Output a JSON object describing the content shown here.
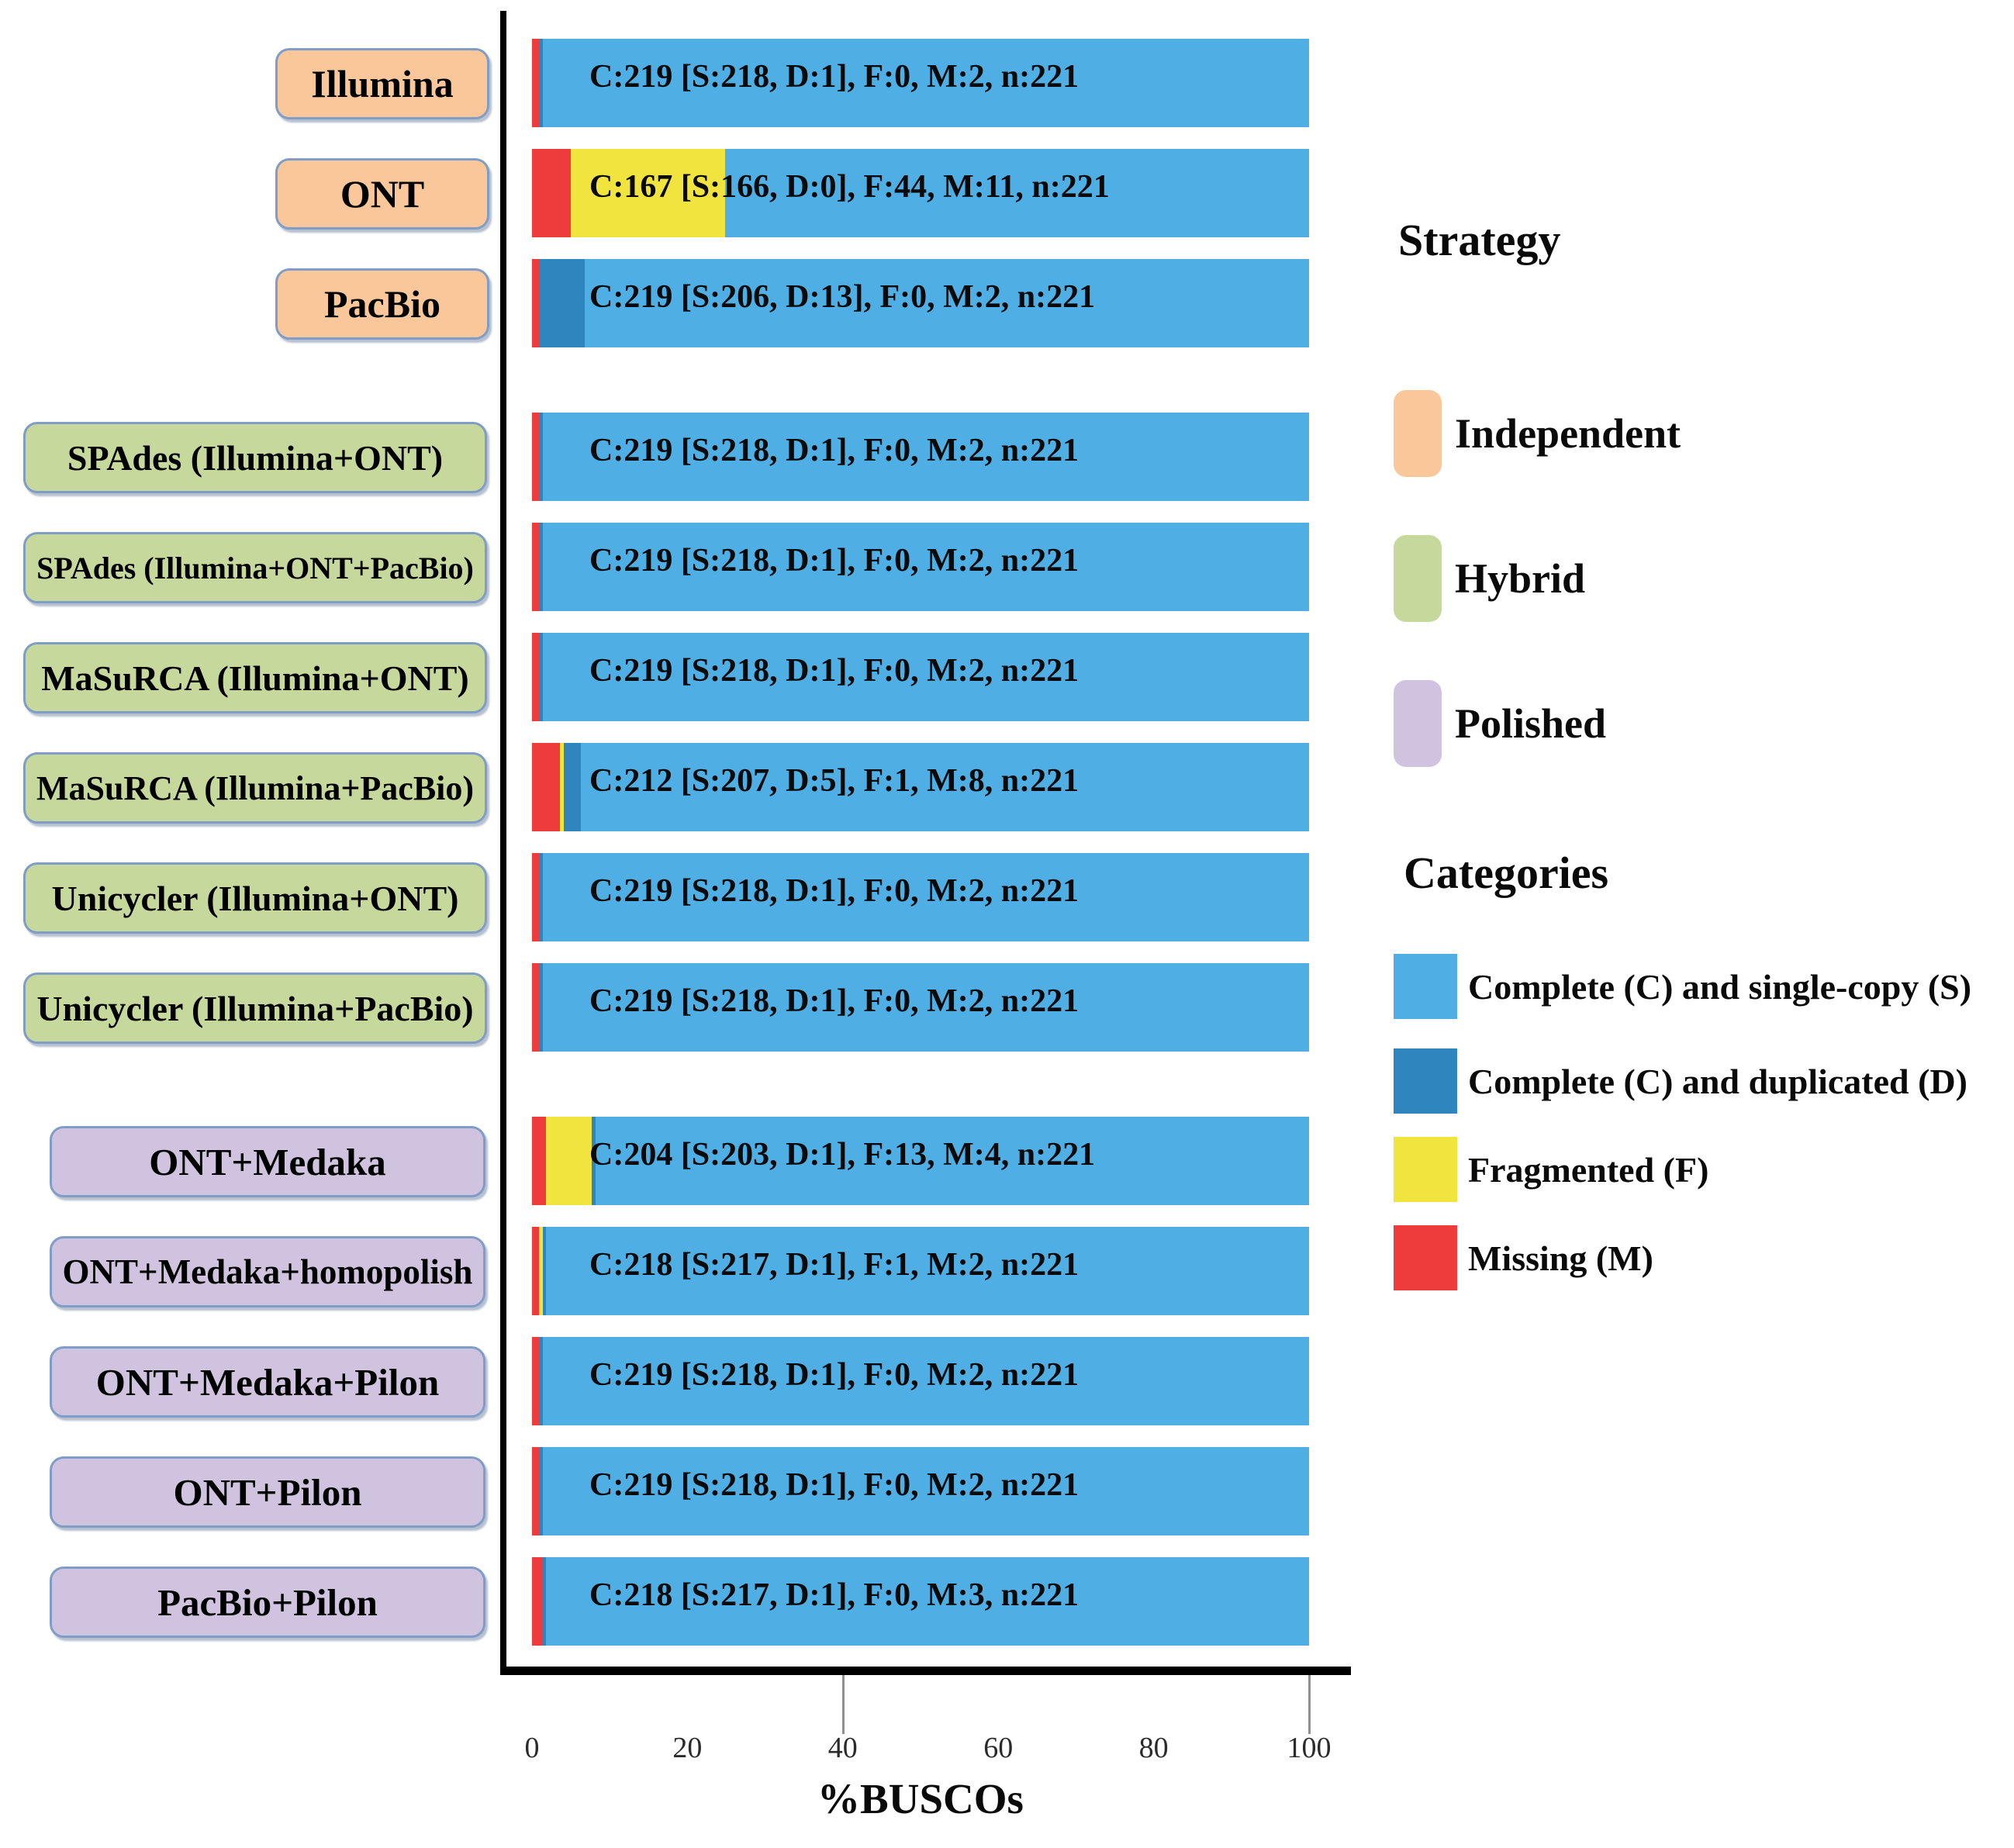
{
  "axis": {
    "label": "%BUSCOs",
    "ticks": [
      "0",
      "20",
      "40",
      "60",
      "80",
      "100"
    ],
    "tick_marks": [
      40,
      100
    ]
  },
  "colors": {
    "strategy": {
      "independent": "#F9C79A",
      "hybrid": "#C6D89B",
      "polished": "#D0C3DF"
    },
    "categories": {
      "single_copy": "#4FAEE3",
      "duplicated": "#2F86BE",
      "fragmented": "#F2E43E",
      "missing": "#EE3B3C"
    }
  },
  "rows": [
    {
      "label": "Illumina",
      "group": "independent",
      "annotation": "C:219 [S:218, D:1], F:0, M:2, n:221",
      "segments": {
        "M": 2,
        "F": 0,
        "D": 1,
        "S": 218
      }
    },
    {
      "label": "ONT",
      "group": "independent",
      "annotation": "C:167 [S:166, D:0], F:44, M:11, n:221",
      "segments": {
        "M": 11,
        "F": 44,
        "D": 0,
        "S": 166
      }
    },
    {
      "label": "PacBio",
      "group": "independent",
      "annotation": "C:219 [S:206, D:13], F:0, M:2, n:221",
      "segments": {
        "M": 2,
        "F": 0,
        "D": 13,
        "S": 206
      }
    },
    {
      "label": "SPAdes (Illumina+ONT)",
      "group": "hybrid",
      "annotation": "C:219 [S:218, D:1], F:0, M:2, n:221",
      "segments": {
        "M": 2,
        "F": 0,
        "D": 1,
        "S": 218
      }
    },
    {
      "label": "SPAdes (Illumina+ONT+PacBio)",
      "group": "hybrid",
      "annotation": "C:219 [S:218, D:1], F:0, M:2, n:221",
      "segments": {
        "M": 2,
        "F": 0,
        "D": 1,
        "S": 218
      }
    },
    {
      "label": "MaSuRCA (Illumina+ONT)",
      "group": "hybrid",
      "annotation": "C:219 [S:218, D:1], F:0, M:2, n:221",
      "segments": {
        "M": 2,
        "F": 0,
        "D": 1,
        "S": 218
      }
    },
    {
      "label": "MaSuRCA (Illumina+PacBio)",
      "group": "hybrid",
      "annotation": "C:212 [S:207, D:5], F:1, M:8, n:221",
      "segments": {
        "M": 8,
        "F": 1,
        "D": 5,
        "S": 207
      }
    },
    {
      "label": "Unicycler (Illumina+ONT)",
      "group": "hybrid",
      "annotation": "C:219 [S:218, D:1], F:0, M:2, n:221",
      "segments": {
        "M": 2,
        "F": 0,
        "D": 1,
        "S": 218
      }
    },
    {
      "label": "Unicycler (Illumina+PacBio)",
      "group": "hybrid",
      "annotation": "C:219 [S:218, D:1], F:0, M:2, n:221",
      "segments": {
        "M": 2,
        "F": 0,
        "D": 1,
        "S": 218
      }
    },
    {
      "label": "ONT+Medaka",
      "group": "polished",
      "annotation": "C:204 [S:203, D:1], F:13, M:4, n:221",
      "segments": {
        "M": 4,
        "F": 13,
        "D": 1,
        "S": 203
      }
    },
    {
      "label": "ONT+Medaka+homopolish",
      "group": "polished",
      "annotation": "C:218 [S:217, D:1], F:1, M:2, n:221",
      "segments": {
        "M": 2,
        "F": 1,
        "D": 1,
        "S": 217
      }
    },
    {
      "label": "ONT+Medaka+Pilon",
      "group": "polished",
      "annotation": "C:219 [S:218, D:1], F:0, M:2, n:221",
      "segments": {
        "M": 2,
        "F": 0,
        "D": 1,
        "S": 218
      }
    },
    {
      "label": "ONT+Pilon",
      "group": "polished",
      "annotation": "C:219 [S:218, D:1], F:0, M:2, n:221",
      "segments": {
        "M": 2,
        "F": 0,
        "D": 1,
        "S": 218
      }
    },
    {
      "label": "PacBio+Pilon",
      "group": "polished",
      "annotation": "C:218 [S:217, D:1], F:0, M:3, n:221",
      "segments": {
        "M": 3,
        "F": 0,
        "D": 1,
        "S": 217
      }
    }
  ],
  "legends": {
    "strategy": {
      "title": "Strategy",
      "items": [
        {
          "label": "Independent",
          "color": "#F9C79A"
        },
        {
          "label": "Hybrid",
          "color": "#C6D89B"
        },
        {
          "label": "Polished",
          "color": "#D0C3DF"
        }
      ]
    },
    "categories": {
      "title": "Categories",
      "items": [
        {
          "label": "Complete (C) and single-copy (S)",
          "color": "#4FAEE3"
        },
        {
          "label": "Complete (C) and duplicated (D)",
          "color": "#2F86BE"
        },
        {
          "label": "Fragmented (F)",
          "color": "#F2E43E"
        },
        {
          "label": "Missing (M)",
          "color": "#EE3B3C"
        }
      ]
    }
  },
  "chart_data": {
    "type": "bar",
    "orientation": "horizontal-stacked",
    "title": "",
    "xlabel": "%BUSCOs",
    "ylabel": "",
    "xlim": [
      0,
      100
    ],
    "xticks": [
      0,
      20,
      40,
      60,
      80,
      100
    ],
    "n_buscos": 221,
    "values_unit": "BUSCO count out of n=221 (bar widths are percentages of n)",
    "categories": [
      "Illumina",
      "ONT",
      "PacBio",
      "SPAdes (Illumina+ONT)",
      "SPAdes (Illumina+ONT+PacBio)",
      "MaSuRCA (Illumina+ONT)",
      "MaSuRCA (Illumina+PacBio)",
      "Unicycler (Illumina+ONT)",
      "Unicycler (Illumina+PacBio)",
      "ONT+Medaka",
      "ONT+Medaka+homopolish",
      "ONT+Medaka+Pilon",
      "ONT+Pilon",
      "PacBio+Pilon"
    ],
    "category_groups": [
      "Independent",
      "Independent",
      "Independent",
      "Hybrid",
      "Hybrid",
      "Hybrid",
      "Hybrid",
      "Hybrid",
      "Hybrid",
      "Polished",
      "Polished",
      "Polished",
      "Polished",
      "Polished"
    ],
    "stack_order_left_to_right": [
      "Missing (M)",
      "Fragmented (F)",
      "Complete (C) and duplicated (D)",
      "Complete (C) and single-copy (S)"
    ],
    "series": [
      {
        "name": "Missing (M)",
        "color": "#EE3B3C",
        "values": [
          2,
          11,
          2,
          2,
          2,
          2,
          8,
          2,
          2,
          4,
          2,
          2,
          2,
          3
        ]
      },
      {
        "name": "Fragmented (F)",
        "color": "#F2E43E",
        "values": [
          0,
          44,
          0,
          0,
          0,
          0,
          1,
          0,
          0,
          13,
          1,
          0,
          0,
          0
        ]
      },
      {
        "name": "Complete (C) and duplicated (D)",
        "color": "#2F86BE",
        "values": [
          1,
          0,
          13,
          1,
          1,
          1,
          5,
          1,
          1,
          1,
          1,
          1,
          1,
          1
        ]
      },
      {
        "name": "Complete (C) and single-copy (S)",
        "color": "#4FAEE3",
        "values": [
          218,
          166,
          206,
          218,
          218,
          218,
          207,
          218,
          218,
          203,
          217,
          218,
          218,
          217
        ]
      }
    ],
    "annotations": [
      "C:219 [S:218, D:1], F:0, M:2, n:221",
      "C:167 [S:166, D:0], F:44, M:11, n:221",
      "C:219 [S:206, D:13], F:0, M:2, n:221",
      "C:219 [S:218, D:1], F:0, M:2, n:221",
      "C:219 [S:218, D:1], F:0, M:2, n:221",
      "C:219 [S:218, D:1], F:0, M:2, n:221",
      "C:212 [S:207, D:5], F:1, M:8, n:221",
      "C:219 [S:218, D:1], F:0, M:2, n:221",
      "C:219 [S:218, D:1], F:0, M:2, n:221",
      "C:204 [S:203, D:1], F:13, M:4, n:221",
      "C:218 [S:217, D:1], F:1, M:2, n:221",
      "C:219 [S:218, D:1], F:0, M:2, n:221",
      "C:219 [S:218, D:1], F:0, M:2, n:221",
      "C:218 [S:217, D:1], F:0, M:3, n:221"
    ],
    "legend_position": "right",
    "grid": false
  }
}
